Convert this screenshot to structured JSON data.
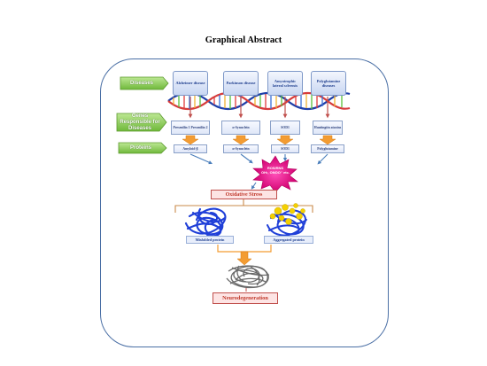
{
  "title": "Graphical Abstract",
  "row_labels": {
    "diseases": "Diseases",
    "genes": "Genes Responsible for Diseases",
    "proteins": "Proteins"
  },
  "diseases": [
    "Alzheimer disease",
    "Parkinson disease",
    "Amyotrophic lateral sclerosis",
    "Polyglutamine diseases"
  ],
  "genes": [
    "Presenilin 1 Presenilin 2",
    "α-Synuclein",
    "SOD1",
    "Huntingtin ataxins"
  ],
  "proteins": [
    "Amyloid-β",
    "α-Synuclein",
    "SOD1",
    "Polyglutamine"
  ],
  "ros_burst": {
    "line1": "ROS/RNS",
    "line2": "OH•, ONOO⁻ etc."
  },
  "oxidative_stress": "Oxidative Stress",
  "protein_states": {
    "misfolded": "Misfolded protein",
    "aggregated": "Aggregated protein"
  },
  "outcome": "Neurodegeneration",
  "colors": {
    "frame": "#4a6fa5",
    "green_label": "#6fb83a",
    "arrow_orange": "#f39c32",
    "arrow_red": "#c0504d",
    "arrow_blue": "#4a7ebb",
    "burst": "#e6007e",
    "protein_blue": "#1f3fd8",
    "aggregate_yellow": "#f4d000"
  }
}
